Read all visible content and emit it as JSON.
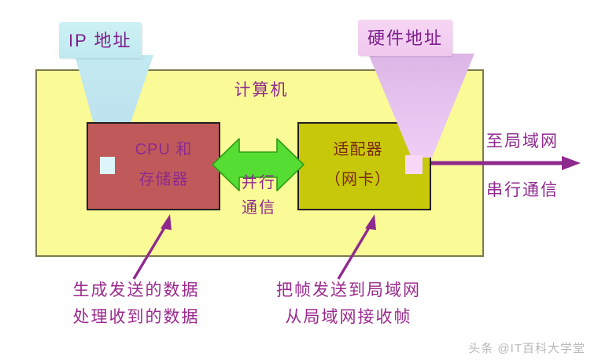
{
  "diagram": {
    "computer": {
      "title": "计算机",
      "fill_color": "#fafa96",
      "border_color": "#7b7b4a"
    },
    "cpu_block": {
      "line1": "CPU 和",
      "line2": "存储器",
      "fill_color": "#c05a5a",
      "text_color": "#8e2a8e"
    },
    "adapter_block": {
      "line1": "适配器",
      "line2": "（网卡）",
      "fill_color": "#c8c80a",
      "text_color": "#7a2a10"
    },
    "parallel_bus": {
      "line1": "并行",
      "line2": "通信",
      "arrow_color": "#55dd33",
      "text_color": "#8e2a8e"
    },
    "callouts": [
      {
        "id": "ip-address",
        "label": "IP 地址",
        "fill_color": "#cdf1f4",
        "text_color": "#7d1f8c"
      },
      {
        "id": "hardware-address",
        "label": "硬件地址",
        "fill_color": "#f5d6f3",
        "text_color": "#7d1f8c"
      }
    ],
    "lan_link": {
      "top_label": "至局域网",
      "bottom_label": "串行通信",
      "arrow_color": "#8e2a8e",
      "text_color": "#8e2a8e"
    },
    "captions": [
      {
        "id": "cpu-caption",
        "line1": "生成发送的数据",
        "line2": "处理收到的数据",
        "text_color": "#9b2a8e"
      },
      {
        "id": "adapter-caption",
        "line1": "把帧发送到局域网",
        "line2": "从局域网接收帧",
        "text_color": "#9b2a8e"
      }
    ]
  },
  "watermark": {
    "text": "头条 @IT百科大学堂"
  }
}
